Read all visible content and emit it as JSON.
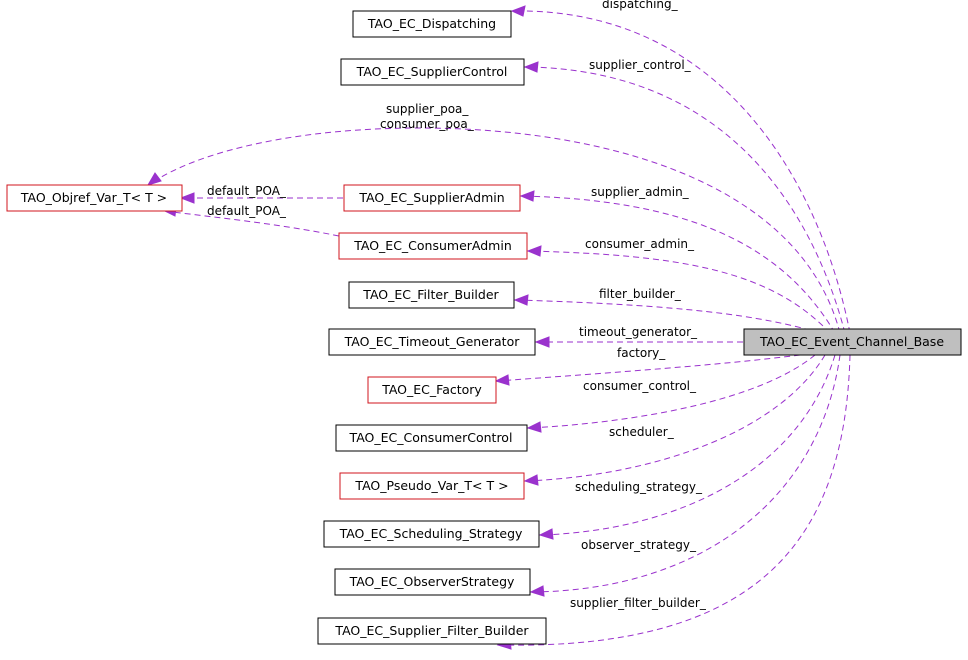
{
  "diagram": {
    "focus_node": "TAO_EC_Event_Channel_Base",
    "nodes": {
      "dispatching": "TAO_EC_Dispatching",
      "supplier_control": "TAO_EC_SupplierControl",
      "objref_var": "TAO_Objref_Var_T< T >",
      "supplier_admin": "TAO_EC_SupplierAdmin",
      "consumer_admin": "TAO_EC_ConsumerAdmin",
      "filter_builder": "TAO_EC_Filter_Builder",
      "timeout_generator": "TAO_EC_Timeout_Generator",
      "factory": "TAO_EC_Factory",
      "consumer_control": "TAO_EC_ConsumerControl",
      "pseudo_var": "TAO_Pseudo_Var_T< T >",
      "scheduling_strategy": "TAO_EC_Scheduling_Strategy",
      "observer_strategy": "TAO_EC_ObserverStrategy",
      "supplier_filter_builder": "TAO_EC_Supplier_Filter_Builder"
    },
    "edge_labels": {
      "dispatching": "dispatching_",
      "supplier_control": "supplier_control_",
      "supplier_poa": "supplier_poa_",
      "consumer_poa": "consumer_poa_",
      "default_poa_1": "default_POA_",
      "default_poa_2": "default_POA_",
      "supplier_admin": "supplier_admin_",
      "consumer_admin": "consumer_admin_",
      "filter_builder": "filter_builder_",
      "timeout_generator": "timeout_generator_",
      "factory": "factory_",
      "consumer_control": "consumer_control_",
      "scheduler": "scheduler_",
      "scheduling_strategy": "scheduling_strategy_",
      "observer_strategy": "observer_strategy_",
      "supplier_filter_builder": "supplier_filter_builder_"
    },
    "colors": {
      "edge": "#9a32cd",
      "red_border": "#d0141d",
      "focus_fill": "#bfbfbf"
    }
  }
}
